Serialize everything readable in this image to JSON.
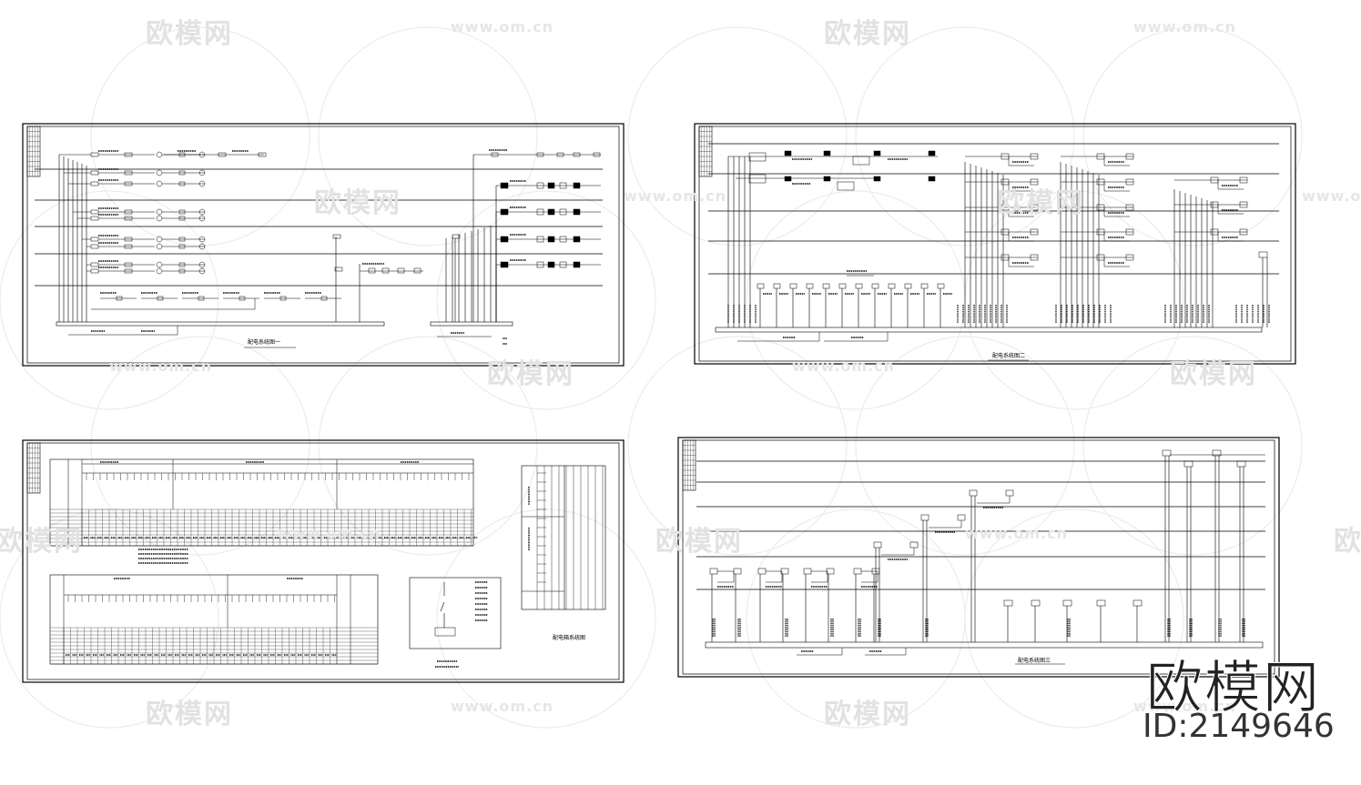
{
  "watermark": {
    "logo_text": "欧模网",
    "url_text": "www.om.cn"
  },
  "brand": {
    "name": "欧模网",
    "id_text": "ID:2149646"
  },
  "sheets": [
    {
      "name": "system-diagram-1",
      "title": "配电系统图一"
    },
    {
      "name": "system-diagram-2",
      "title": "配电系统图二"
    },
    {
      "name": "schedule-sheet",
      "title": "配电箱系统图"
    },
    {
      "name": "system-diagram-3",
      "title": "配电系统图三"
    }
  ],
  "colors": {
    "line": "#000000",
    "watermark": "#e2e2e2",
    "background": "#ffffff"
  }
}
